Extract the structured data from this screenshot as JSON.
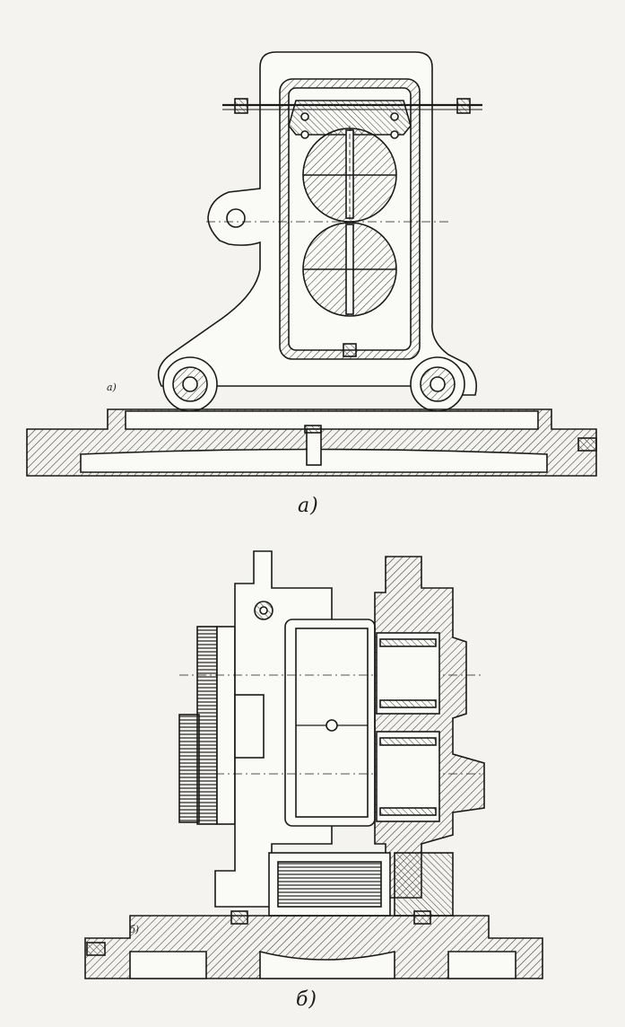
{
  "figure": {
    "captions": {
      "a": "a)",
      "b": "б)"
    },
    "inner_marks": {
      "a": "a)",
      "b": "б)"
    },
    "colors": {
      "paper": "#f4f3ef",
      "ink": "#1a1a1a",
      "hatch": "#3a3a3a"
    }
  }
}
